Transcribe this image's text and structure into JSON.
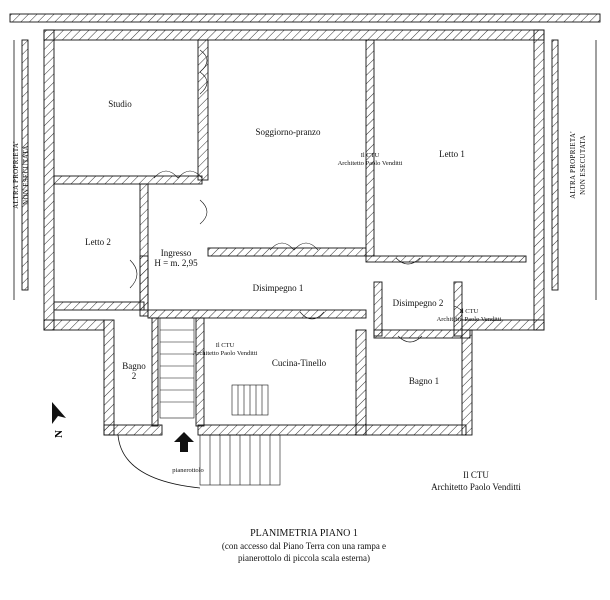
{
  "plan": {
    "rooms": {
      "studio": "Studio",
      "soggiorno": "Soggiorno-pranzo",
      "letto1": "Letto 1",
      "letto2": "Letto 2",
      "ingresso": "Ingresso",
      "ingresso_h": "H = m. 2,95",
      "disimpegno1": "Disimpegno 1",
      "disimpegno2": "Disimpegno 2",
      "bagno2_a": "Bagno",
      "bagno2_b": "2",
      "cucina": "Cucina-Tinello",
      "bagno1": "Bagno 1",
      "pianerottolo": "pianerottolo"
    },
    "side_labels": {
      "left_line1": "ALTRA PROPRIETA'",
      "left_line2": "NON ESECUTATA",
      "right_line1": "ALTRA PROPRIETA'",
      "right_line2": "NON ESECUTATA"
    },
    "stamps": {
      "ctu_small": "Il CTU",
      "arch_small": "Architetto Paolo Venditti"
    },
    "north": "N",
    "signature": {
      "line1": "Il CTU",
      "line2": "Architetto Paolo Venditti"
    },
    "caption": {
      "title": "PLANIMETRIA  PIANO 1",
      "line2": "(con accesso dal Piano Terra con una rampa e",
      "line3": "pianerottolo di piccola scala esterna)"
    }
  }
}
